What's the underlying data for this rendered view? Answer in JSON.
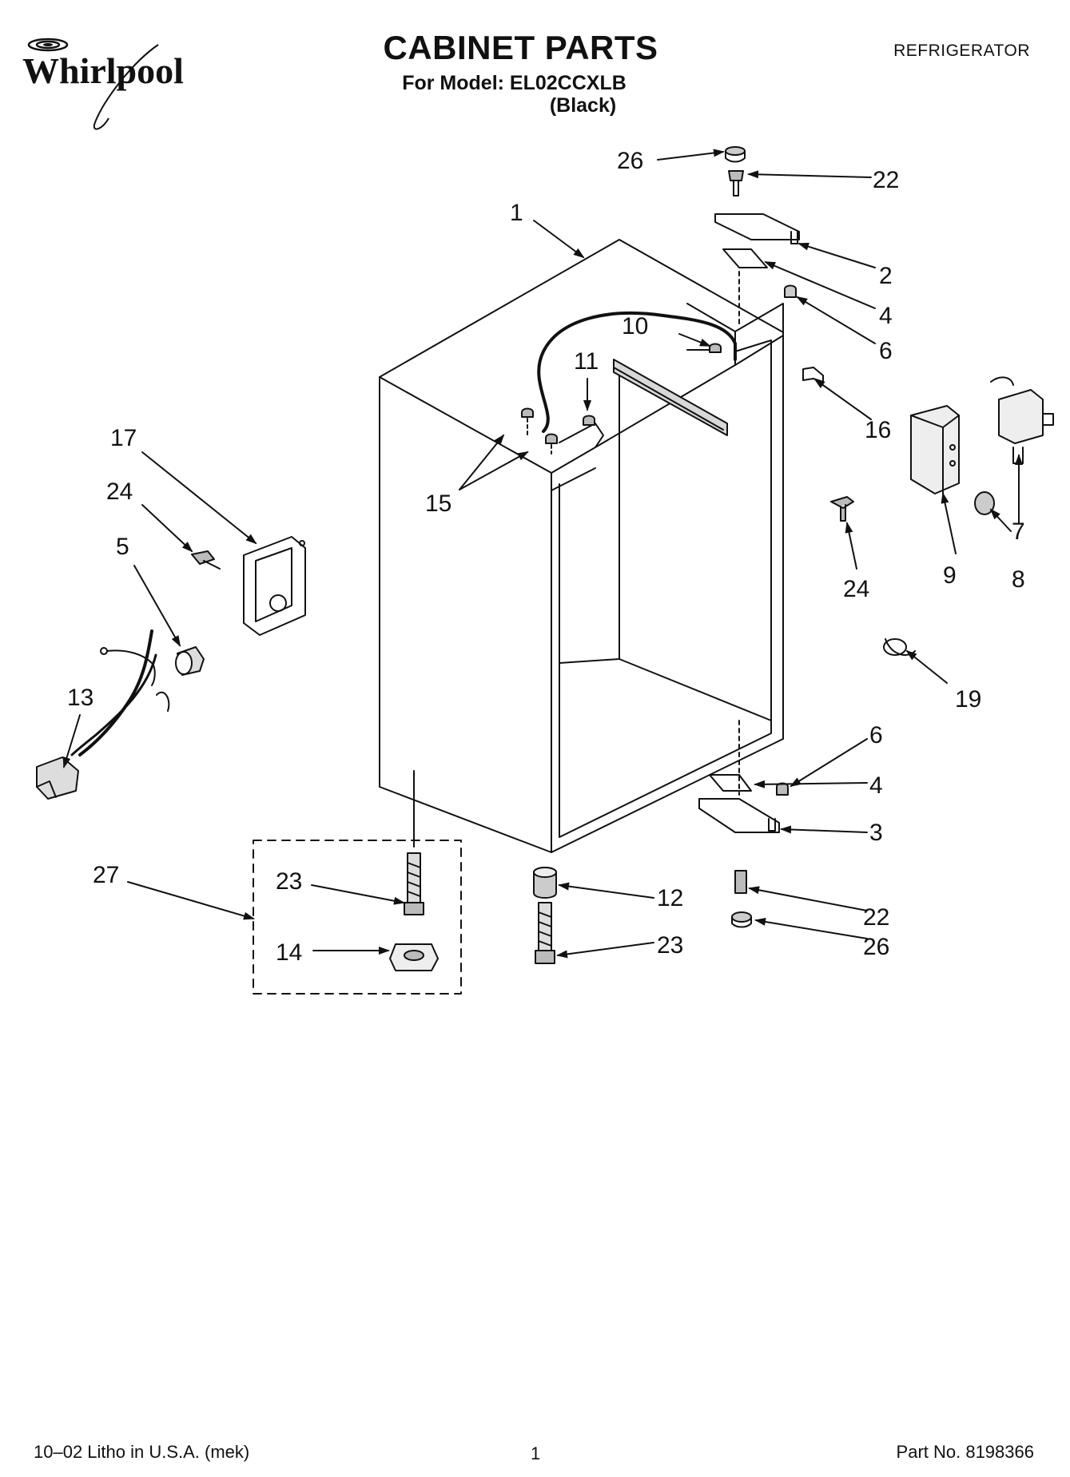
{
  "header": {
    "brand": "Whirlpool",
    "title": "CABINET PARTS",
    "model_line": "For Model: EL02CCXLB",
    "color_line": "(Black)",
    "product": "REFRIGERATOR"
  },
  "callouts": {
    "c26_top": "26",
    "c22_top": "22",
    "c1": "1",
    "c2": "2",
    "c4_top": "4",
    "c6_top": "6",
    "c10": "10",
    "c11": "11",
    "c16": "16",
    "c17": "17",
    "c24_left": "24",
    "c15": "15",
    "c5": "5",
    "c9": "9",
    "c7": "7",
    "c8": "8",
    "c24_right": "24",
    "c13": "13",
    "c19": "19",
    "c6_bot": "6",
    "c4_bot": "4",
    "c3": "3",
    "c27": "27",
    "c23_left": "23",
    "c12": "12",
    "c14": "14",
    "c23_mid": "23",
    "c22_bot": "22",
    "c26_bot": "26"
  },
  "footer": {
    "litho": "10–02 Litho in U.S.A. (mek)",
    "page_number": "1",
    "part_number": "Part No. 8198366"
  },
  "colors": {
    "ink": "#111111",
    "paper": "#ffffff"
  }
}
